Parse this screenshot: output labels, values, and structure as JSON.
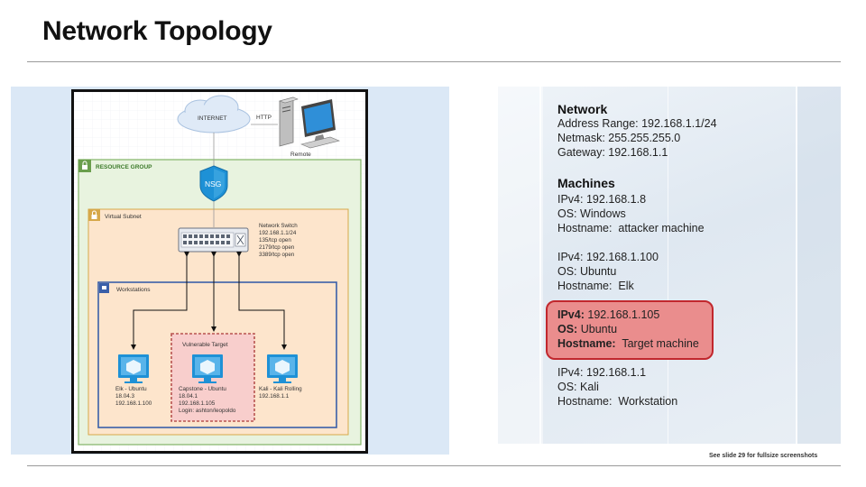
{
  "slide": {
    "title": "Network Topology",
    "footnote": "See slide 29 for fullsize screenshots"
  },
  "diagram": {
    "internet_label": "INTERNET",
    "http_label": "HTTP",
    "remote_label": "Remote",
    "resource_group_label": "RESOURCE GROUP",
    "nsg_label": "NSG",
    "virtual_subnet_label": "Virtual Subnet",
    "switch": {
      "lines": [
        "Network Switch",
        "192.168.1.1/24",
        "135/tcp open",
        "2179/tcp open",
        "3389/tcp open"
      ]
    },
    "workstations_label": "Workstations",
    "vulnerable_target_label": "Vulnerable Target",
    "machines": [
      {
        "lines": [
          "Elk - Ubuntu",
          "18.04.3",
          "192.168.1.100"
        ]
      },
      {
        "lines": [
          "Capstone - Ubuntu",
          "18.04.1",
          "192.168.1.105",
          "Login: ashton/leopoldo"
        ]
      },
      {
        "lines": [
          "Kali - Kali Rolling",
          "192.168.1.1"
        ]
      }
    ],
    "colors": {
      "resource_group_border": "#82b366",
      "resource_group_fill": "#e8f3df",
      "subnet_border": "#d6a84a",
      "subnet_fill": "#fde5cc",
      "workstations_border": "#3a5fa8",
      "target_border": "#b85450",
      "target_fill": "#f8cecc",
      "vm_blue": "#1e91d6"
    }
  },
  "network": {
    "heading": "Network",
    "address_range": "Address Range: 192.168.1.1/24",
    "netmask": "Netmask: 255.255.255.0",
    "gateway": "Gateway: 192.168.1.1"
  },
  "machines_section": {
    "heading": "Machines",
    "entries": [
      {
        "ipv4_label": "IPv4:",
        "ipv4": "192.168.1.8",
        "os_label": "OS:",
        "os": "Windows",
        "host_label": "Hostname:",
        "host": "attacker machine",
        "highlight": false
      },
      {
        "ipv4_label": "IPv4:",
        "ipv4": "192.168.1.100",
        "os_label": "OS:",
        "os": "Ubuntu",
        "host_label": "Hostname:",
        "host": "Elk",
        "highlight": false
      },
      {
        "ipv4_label": "IPv4:",
        "ipv4": "192.168.1.105",
        "os_label": "OS:",
        "os": "Ubuntu",
        "host_label": "Hostname:",
        "host": "Target machine",
        "highlight": true
      },
      {
        "ipv4_label": "IPv4:",
        "ipv4": "192.168.1.1",
        "os_label": "OS:",
        "os": "Kali",
        "host_label": "Hostname:",
        "host": "Workstation",
        "highlight": false
      }
    ]
  }
}
